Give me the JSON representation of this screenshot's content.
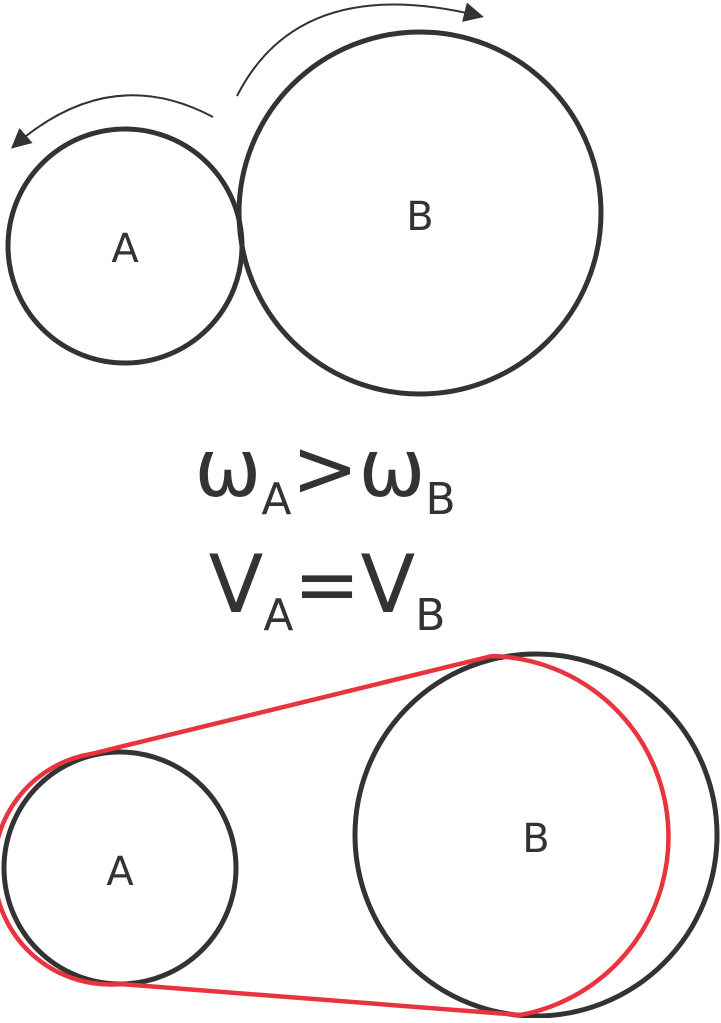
{
  "colors": {
    "ink": "#333333",
    "belt": "#e8343e",
    "background": "#ffffff"
  },
  "gears_figure": {
    "label_a": "A",
    "label_b": "B"
  },
  "relations": {
    "line1": {
      "lhs": "ω",
      "lhs_sub": "A",
      "op": ">",
      "rhs": "ω",
      "rhs_sub": "B"
    },
    "line2": {
      "lhs": "V",
      "lhs_sub": "A",
      "op": "=",
      "rhs": "V",
      "rhs_sub": "B"
    }
  },
  "belt_figure": {
    "label_a": "A",
    "label_b": "B"
  }
}
